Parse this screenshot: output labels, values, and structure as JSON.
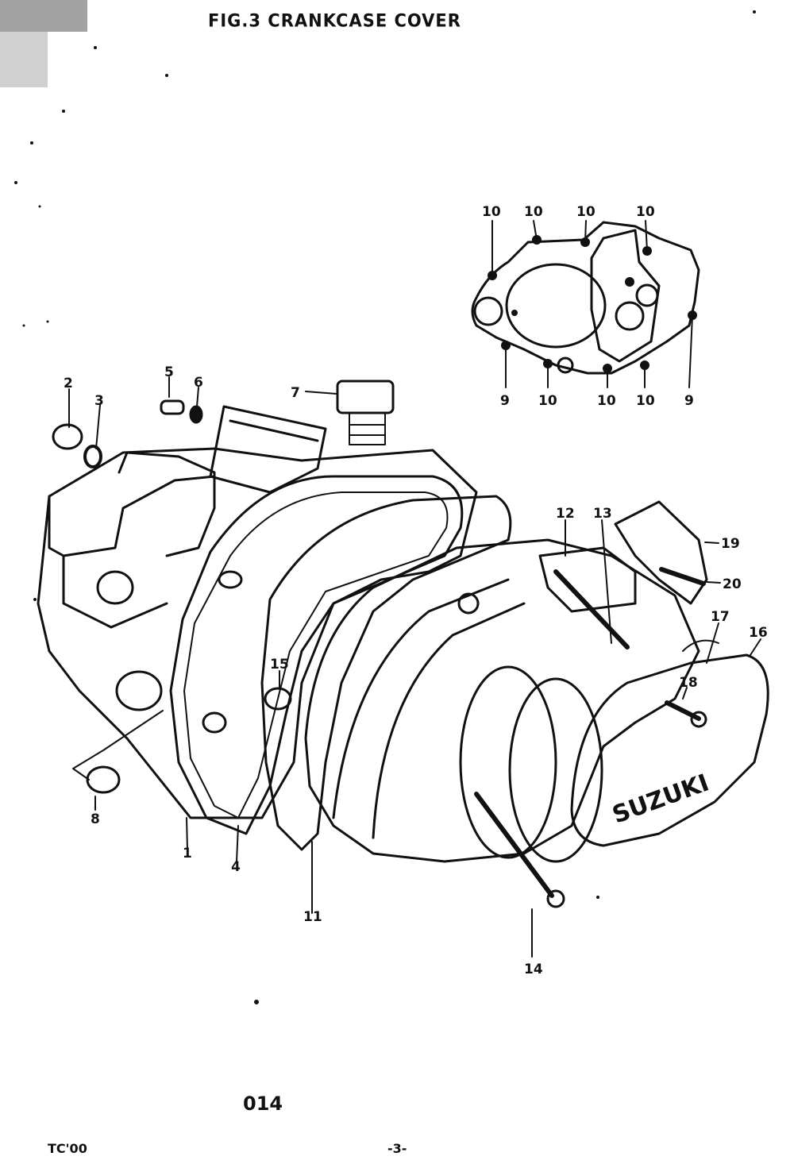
{
  "header": {
    "title": "FIG.3 CRANKCASE COVER"
  },
  "figure": {
    "brand_text": "SUZUKI",
    "inset_callouts": [
      "10",
      "10",
      "10",
      "10",
      "9",
      "10",
      "10",
      "10",
      "9"
    ],
    "main_callouts": [
      "2",
      "3",
      "5",
      "6",
      "7",
      "19",
      "20",
      "12",
      "13",
      "17",
      "16",
      "15",
      "18",
      "8",
      "1",
      "4",
      "11",
      "14"
    ]
  },
  "footer": {
    "code": "014",
    "model": "TC'00",
    "page": "-3-"
  },
  "colors": {
    "ink": "#111111",
    "paper": "#ffffff"
  }
}
